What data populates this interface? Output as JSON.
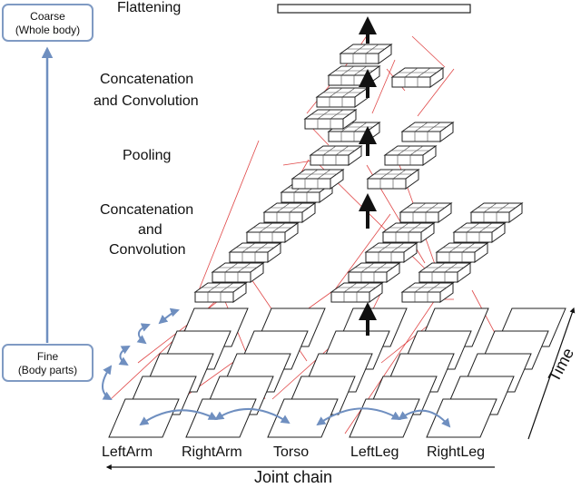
{
  "coarse_box": {
    "line1": "Coarse",
    "line2": "(Whole body)"
  },
  "fine_box": {
    "line1": "Fine",
    "line2": "(Body parts)"
  },
  "stage_labels": {
    "flattening": "Flattening",
    "concat_conv_top_1": "Concatenation",
    "concat_conv_top_2": "and Convolution",
    "pooling": "Pooling",
    "concat_conv_bottom_1": "Concatenation",
    "concat_conv_bottom_2": "and",
    "concat_conv_bottom_3": "Convolution"
  },
  "body_parts": [
    "LeftArm",
    "RightArm",
    "Torso",
    "LeftLeg",
    "RightLeg"
  ],
  "axis_labels": {
    "time": "Time",
    "joint_chain": "Joint chain"
  },
  "colors": {
    "accent_blue": "#6f8fc0",
    "red": "#e04848",
    "black": "#111111"
  }
}
